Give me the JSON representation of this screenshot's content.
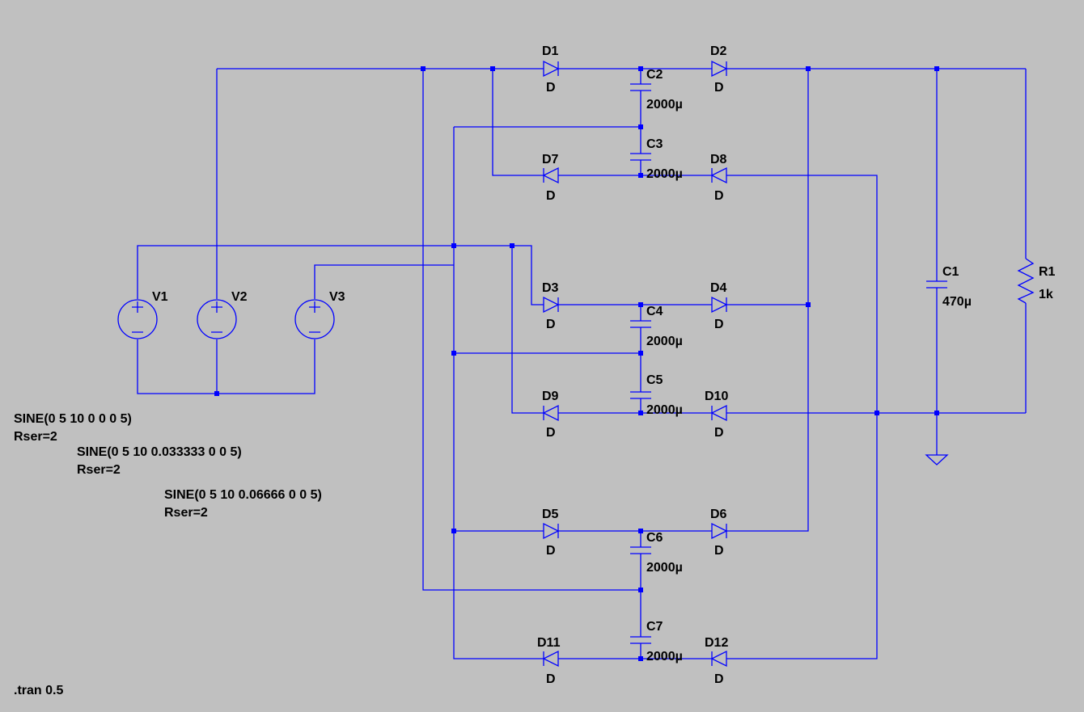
{
  "colors": {
    "background": "#c0c0c0",
    "wire": "#0000ff",
    "text": "#000000"
  },
  "sources": [
    {
      "name": "V1",
      "spec": "SINE(0 5 10 0 0 0 5)",
      "rser": "Rser=2"
    },
    {
      "name": "V2",
      "spec": "SINE(0 5 10 0.033333 0 0 5)",
      "rser": "Rser=2"
    },
    {
      "name": "V3",
      "spec": "SINE(0 5 10 0.06666 0 0 5)",
      "rser": "Rser=2"
    }
  ],
  "diodes": [
    {
      "name": "D1",
      "model": "D"
    },
    {
      "name": "D2",
      "model": "D"
    },
    {
      "name": "D7",
      "model": "D"
    },
    {
      "name": "D8",
      "model": "D"
    },
    {
      "name": "D3",
      "model": "D"
    },
    {
      "name": "D4",
      "model": "D"
    },
    {
      "name": "D9",
      "model": "D"
    },
    {
      "name": "D10",
      "model": "D"
    },
    {
      "name": "D5",
      "model": "D"
    },
    {
      "name": "D6",
      "model": "D"
    },
    {
      "name": "D11",
      "model": "D"
    },
    {
      "name": "D12",
      "model": "D"
    }
  ],
  "capacitors": [
    {
      "name": "C2",
      "value": "2000µ"
    },
    {
      "name": "C3",
      "value": "2000µ"
    },
    {
      "name": "C4",
      "value": "2000µ"
    },
    {
      "name": "C5",
      "value": "2000µ"
    },
    {
      "name": "C6",
      "value": "2000µ"
    },
    {
      "name": "C7",
      "value": "2000µ"
    },
    {
      "name": "C1",
      "value": "470µ"
    }
  ],
  "resistors": [
    {
      "name": "R1",
      "value": "1k"
    }
  ],
  "directive": ".tran 0.5"
}
